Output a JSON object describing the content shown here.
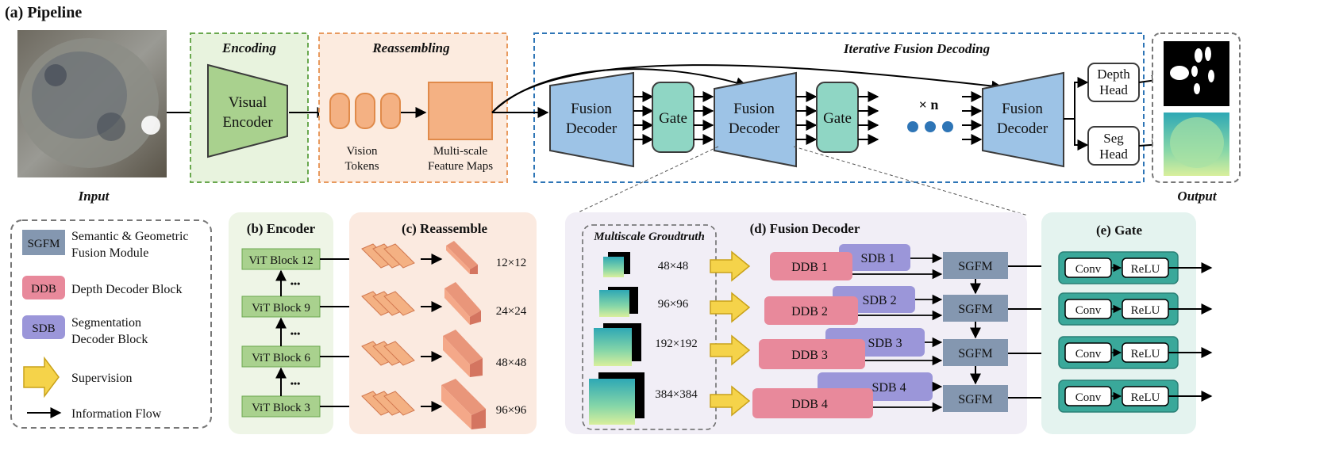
{
  "pipeline": {
    "title": "(a) Pipeline",
    "input_label": "Input",
    "output_label": "Output",
    "encoding_title": "Encoding",
    "visual_encoder": [
      "Visual",
      "Encoder"
    ],
    "reassembling_title": "Reassembling",
    "vision_tokens": [
      "Vision",
      "Tokens"
    ],
    "multiscale_maps": [
      "Multi-scale",
      "Feature Maps"
    ],
    "ifd_title": "Iterative Fusion Decoding",
    "fusion_decoder": [
      "Fusion",
      "Decoder"
    ],
    "gate": "Gate",
    "times_n": "× n",
    "depth_head": [
      "Depth",
      "Head"
    ],
    "seg_head": [
      "Seg",
      "Head"
    ]
  },
  "legend": {
    "sgfm_tag": "SGFM",
    "sgfm_desc": [
      "Semantic & Geometric",
      "Fusion Module"
    ],
    "ddb_tag": "DDB",
    "ddb_desc": "Depth Decoder Block",
    "sdb_tag": "SDB",
    "sdb_desc": [
      "Segmentation",
      "Decoder Block"
    ],
    "supervision": "Supervision",
    "info_flow": "Information Flow"
  },
  "encoder": {
    "title": "(b) Encoder",
    "blocks": [
      "ViT Block 12",
      "ViT Block 9",
      "ViT Block 6",
      "ViT Block 3"
    ],
    "ellipsis": "•••"
  },
  "reassemble": {
    "title": "(c) Reassemble",
    "sizes": [
      "12×12",
      "24×24",
      "48×48",
      "96×96"
    ]
  },
  "fusion_decoder": {
    "title": "(d) Fusion Decoder",
    "gt_title": "Multiscale Groudtruth",
    "gt_sizes": [
      "48×48",
      "96×96",
      "192×192",
      "384×384"
    ],
    "ddb": [
      "DDB 1",
      "DDB 2",
      "DDB 3",
      "DDB 4"
    ],
    "sdb": [
      "SDB 1",
      "SDB 2",
      "SDB 3",
      "SDB 4"
    ],
    "sgfm": "SGFM"
  },
  "gate": {
    "title": "(e) Gate",
    "conv": "Conv",
    "relu": "ReLU"
  },
  "colors": {
    "encoder_green": "#a9d18e",
    "token_orange": "#f4b183",
    "fusion_blue": "#9dc3e6",
    "gate_teal": "#8fd6c4",
    "ddb_pink": "#e8899b",
    "sdb_purple": "#9b96d9",
    "sgfm_gray": "#8497b0",
    "supervision_yellow": "#f5d34a"
  }
}
